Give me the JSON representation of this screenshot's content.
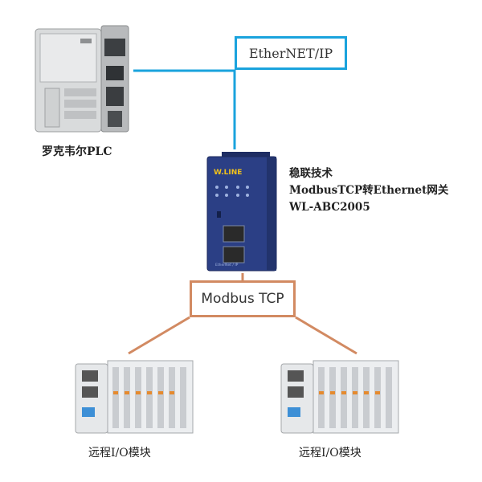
{
  "network": {
    "top_protocol": "EtherNET/IP",
    "bottom_protocol": "Modbus TCP"
  },
  "devices": {
    "plc": {
      "caption": "罗克韦尔PLC"
    },
    "gateway": {
      "lines": [
        "稳联技术",
        "ModbusTCP转Ethernet网关",
        "WL-ABC2005"
      ],
      "logo_text": "W.LINE",
      "front_text": "EtherNet / IP"
    },
    "io_left": {
      "caption": "远程I/O模块"
    },
    "io_right": {
      "caption": "远程I/O模块"
    }
  },
  "colors": {
    "ethernet_line": "#1aa3dd",
    "modbus_line": "#d28a62",
    "gateway_body": "#2b3f85",
    "gateway_logo": "#f2c21b"
  }
}
